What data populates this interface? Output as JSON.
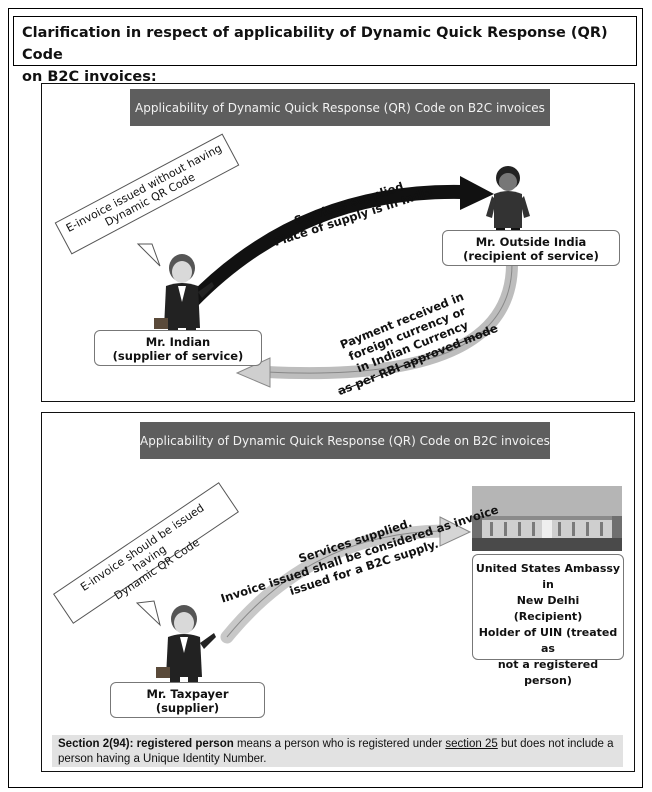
{
  "heading": {
    "line1": "Clarification in respect of applicability of Dynamic Quick Response (QR) Code",
    "line2": "on B2C invoices:"
  },
  "panel1": {
    "banner": "Applicability of Dynamic Quick Response (QR) Code on B2C invoices",
    "tag_line1": "E-invoice issued without having",
    "tag_line2": "Dynamic QR Code",
    "arrow_top_line1": "Services supplied",
    "arrow_top_line2": "Place of supply is in India",
    "arrow_bottom_line1": "Payment received in",
    "arrow_bottom_line2": "foreign currency or",
    "arrow_bottom_line3": "in Indian Currency",
    "arrow_bottom_line4": "as per RBI approved mode",
    "supplier_line1": "Mr. Indian",
    "supplier_line2": "(supplier of service)",
    "recipient_line1": "Mr. Outside India",
    "recipient_line2": "(recipient of service)"
  },
  "panel2": {
    "banner": "Applicability of Dynamic Quick Response (QR) Code on B2C invoices",
    "tag_line1": "E-invoice should be issued having",
    "tag_line2": "Dynamic QR Code",
    "arrow_line1": "Services supplied.",
    "arrow_line2": "Invoice issued shall be considered as invoice",
    "arrow_line3": "issued for a B2C supply.",
    "supplier_line1": "Mr. Taxpayer",
    "supplier_line2": "(supplier)",
    "recipient_line1": "United States Ambassy in",
    "recipient_line2": "New Delhi",
    "recipient_line3": "(Recipient)",
    "recipient_line4": "Holder of UIN (treated as",
    "recipient_line5": "not a registered person)",
    "note_term": "Section 2(94): registered person",
    "note_text1": " means a person who is registered under ",
    "note_link": "section 25",
    "note_text2": " but does not include a person having a Unique Identity Number."
  }
}
